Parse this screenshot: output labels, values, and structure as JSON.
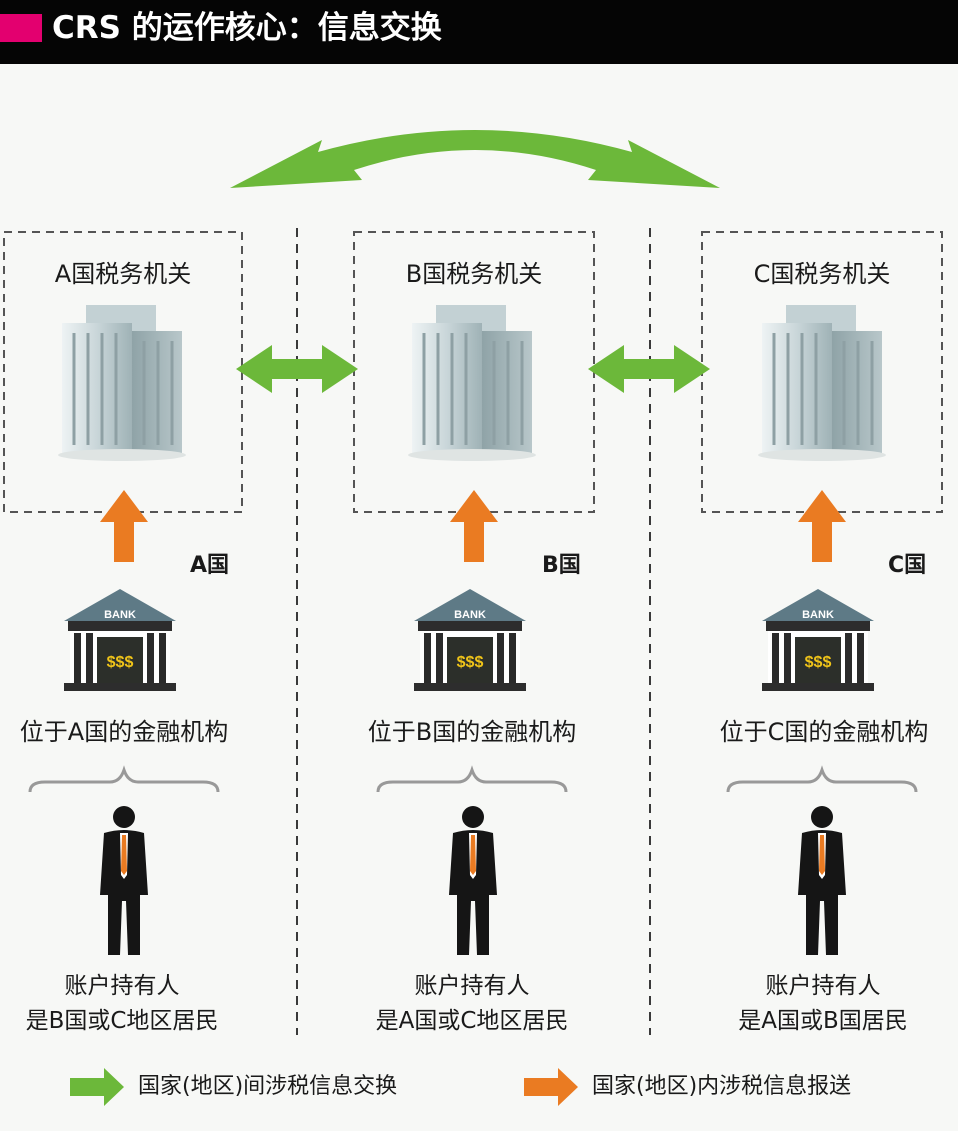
{
  "title": "CRS 的运作核心：信息交换",
  "colors": {
    "header_bg": "#050505",
    "accent": "#e3006f",
    "exchange_arrow": "#6cb83a",
    "report_arrow": "#ea7b22"
  },
  "columns": [
    {
      "office": "A国税务机关",
      "country": "A国",
      "institution": "位于A国的金融机构",
      "holder_line1": "账户持有人",
      "holder_line2": "是B国或C地区居民",
      "bank_sign": "BANK",
      "vault_text": "$$$"
    },
    {
      "office": "B国税务机关",
      "country": "B国",
      "institution": "位于B国的金融机构",
      "holder_line1": "账户持有人",
      "holder_line2": "是A国或C地区居民",
      "bank_sign": "BANK",
      "vault_text": "$$$"
    },
    {
      "office": "C国税务机关",
      "country": "C国",
      "institution": "位于C国的金融机构",
      "holder_line1": "账户持有人",
      "holder_line2": "是A国或B国居民",
      "bank_sign": "BANK",
      "vault_text": "$$$"
    }
  ],
  "legend": {
    "exchange": "国家(地区)间涉税信息交换",
    "report": "国家(地区)内涉税信息报送"
  }
}
